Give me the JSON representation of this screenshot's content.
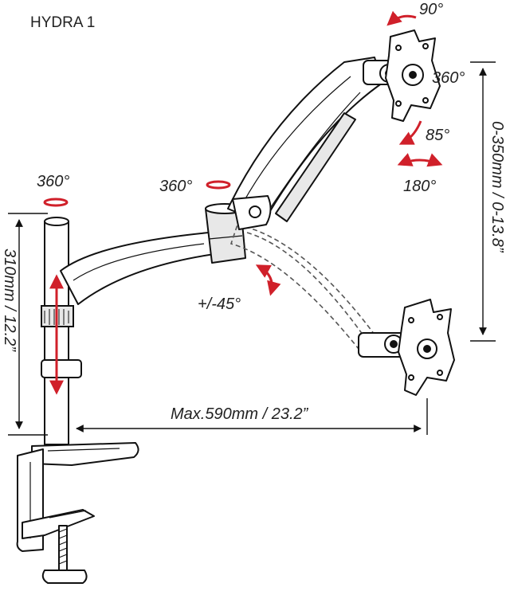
{
  "title": "HYDRA 1",
  "labels": {
    "tilt_top": "90°",
    "rotate_head": "360°",
    "tilt_85": "85°",
    "swivel_180": "180°",
    "rotate_joint": "360°",
    "rotate_pole": "360°",
    "tilt_arm": "+/-45°",
    "height_range": "0-350mm / 0-13.8”",
    "pole_height": "310mm / 12.2”",
    "max_reach": "Max.590mm / 23.2”"
  },
  "colors": {
    "line": "#111111",
    "accent": "#d0202a",
    "fill": "#ffffff",
    "shade": "#e8e8e8"
  }
}
